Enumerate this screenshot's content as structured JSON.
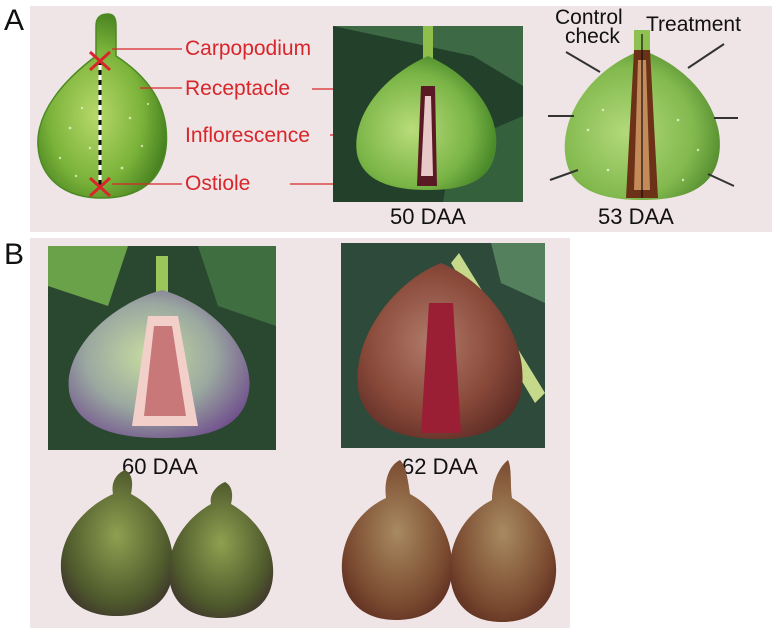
{
  "panel_a": {
    "letter": "A",
    "labels": {
      "carpopodium": "Carpopodium",
      "receptacle": "Receptacle",
      "inflorescence": "Inflorescence",
      "ostiole": "Ostiole"
    },
    "stage_50": "50 DAA",
    "stage_53": "53 DAA",
    "control_line1": "Control",
    "control_line2": "check",
    "treatment": "Treatment"
  },
  "panel_b": {
    "letter": "B",
    "stage_60": "60 DAA",
    "stage_62": "62 DAA"
  },
  "colors": {
    "label_red": "#d8262a",
    "panel_background": "#efe4e6",
    "fig_green": "#7bb33a",
    "fig_purple": "#7a5a8a",
    "fig_brown": "#8a4a3a"
  }
}
